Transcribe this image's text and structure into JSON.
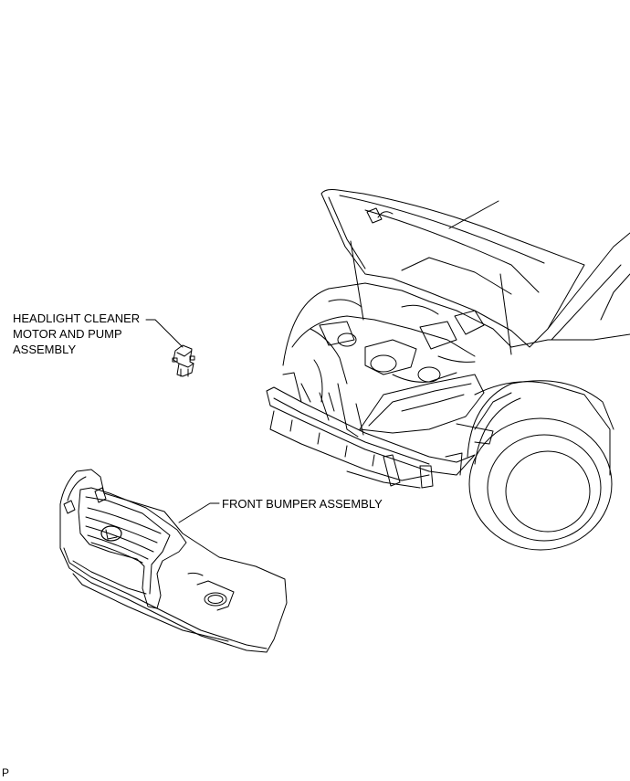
{
  "callouts": {
    "headlight_cleaner": {
      "lines": [
        "HEADLIGHT CLEANER",
        "MOTOR AND PUMP",
        "ASSEMBLY"
      ]
    },
    "front_bumper": {
      "text": "FRONT BUMPER ASSEMBLY"
    }
  },
  "footer": {
    "code": "P"
  }
}
